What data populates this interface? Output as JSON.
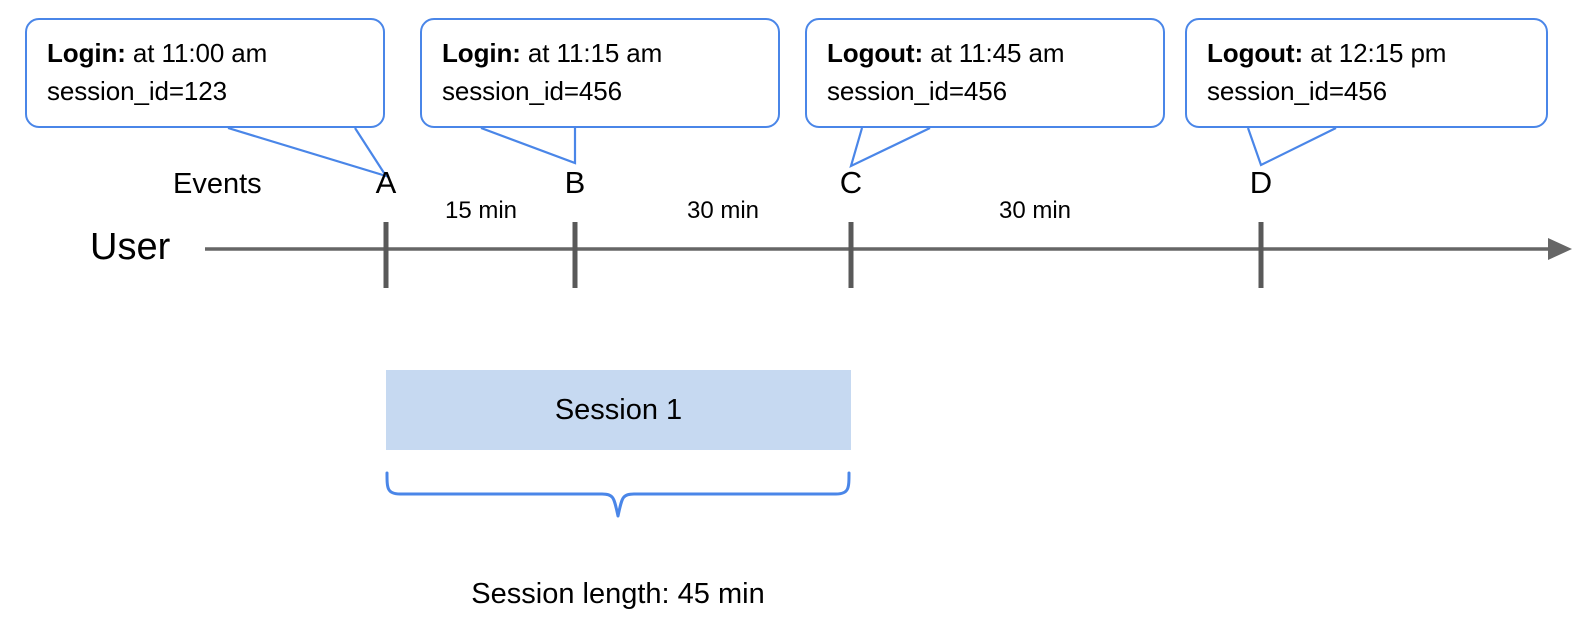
{
  "diagram": {
    "title_caption": "Session length: 45 min",
    "accent_color": "#4a86e8",
    "axis_color": "#666666",
    "session_fill": "#c6d9f1"
  },
  "rows": {
    "events_label": "Events",
    "user_label": "User"
  },
  "callouts": [
    {
      "event_label": "Login:",
      "time_text": " at 11:00 am",
      "session_text": "session_id=123"
    },
    {
      "event_label": "Login:",
      "time_text": " at 11:15 am",
      "session_text": "session_id=456"
    },
    {
      "event_label": "Logout:",
      "time_text": " at 11:45 am",
      "session_text": "session_id=456"
    },
    {
      "event_label": "Logout:",
      "time_text": " at 12:15 pm",
      "session_text": "session_id=456"
    }
  ],
  "events": [
    {
      "letter": "A"
    },
    {
      "letter": "B"
    },
    {
      "letter": "C"
    },
    {
      "letter": "D"
    }
  ],
  "intervals": [
    {
      "label": "15 min"
    },
    {
      "label": "30 min"
    },
    {
      "label": "30 min"
    }
  ],
  "session": {
    "bar_label": "Session 1",
    "caption": "Session length: 45 min"
  }
}
